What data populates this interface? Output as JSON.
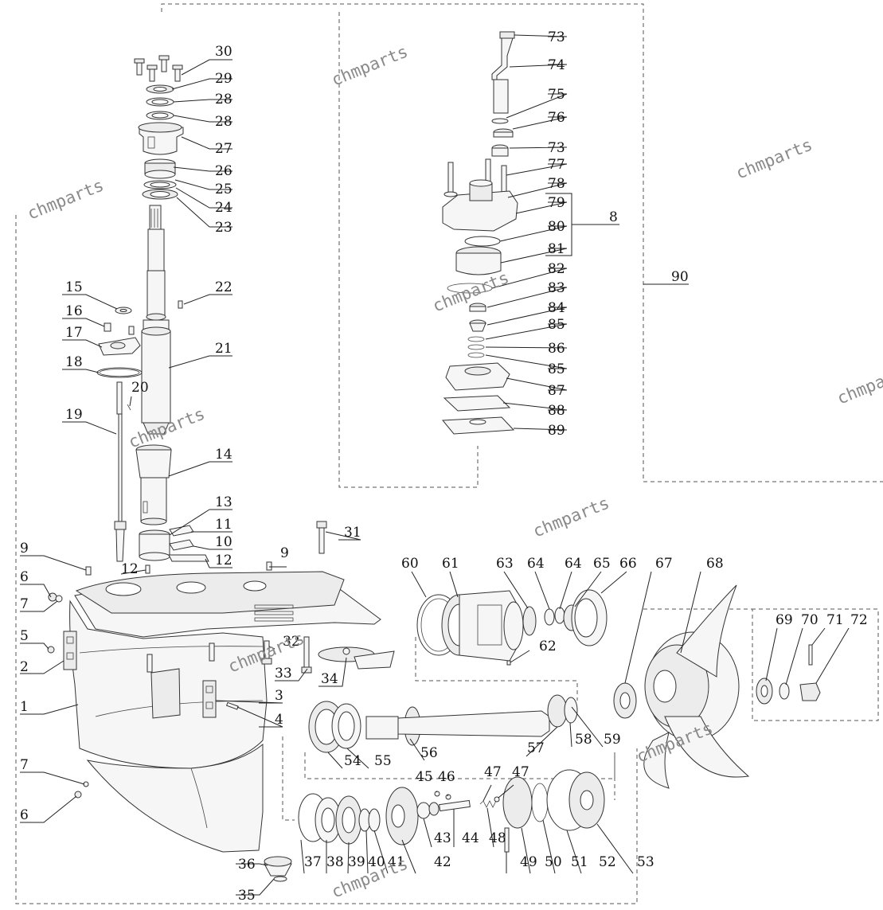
{
  "watermark": "chmparts",
  "callouts": [
    {
      "n": "1"
    },
    {
      "n": "2"
    },
    {
      "n": "3"
    },
    {
      "n": "4"
    },
    {
      "n": "5"
    },
    {
      "n": "6"
    },
    {
      "n": "7"
    },
    {
      "n": "6"
    },
    {
      "n": "7"
    },
    {
      "n": "8"
    },
    {
      "n": "9"
    },
    {
      "n": "9"
    },
    {
      "n": "10"
    },
    {
      "n": "11"
    },
    {
      "n": "12"
    },
    {
      "n": "12"
    },
    {
      "n": "13"
    },
    {
      "n": "14"
    },
    {
      "n": "15"
    },
    {
      "n": "16"
    },
    {
      "n": "17"
    },
    {
      "n": "18"
    },
    {
      "n": "19"
    },
    {
      "n": "20"
    },
    {
      "n": "21"
    },
    {
      "n": "22"
    },
    {
      "n": "23"
    },
    {
      "n": "24"
    },
    {
      "n": "25"
    },
    {
      "n": "26"
    },
    {
      "n": "27"
    },
    {
      "n": "28"
    },
    {
      "n": "28"
    },
    {
      "n": "29"
    },
    {
      "n": "30"
    },
    {
      "n": "31"
    },
    {
      "n": "32"
    },
    {
      "n": "33"
    },
    {
      "n": "34"
    },
    {
      "n": "35"
    },
    {
      "n": "36"
    },
    {
      "n": "37"
    },
    {
      "n": "38"
    },
    {
      "n": "39"
    },
    {
      "n": "40"
    },
    {
      "n": "41"
    },
    {
      "n": "42"
    },
    {
      "n": "43"
    },
    {
      "n": "44"
    },
    {
      "n": "45"
    },
    {
      "n": "46"
    },
    {
      "n": "47"
    },
    {
      "n": "47"
    },
    {
      "n": "48"
    },
    {
      "n": "49"
    },
    {
      "n": "50"
    },
    {
      "n": "51"
    },
    {
      "n": "52"
    },
    {
      "n": "53"
    },
    {
      "n": "54"
    },
    {
      "n": "55"
    },
    {
      "n": "56"
    },
    {
      "n": "57"
    },
    {
      "n": "58"
    },
    {
      "n": "59"
    },
    {
      "n": "60"
    },
    {
      "n": "61"
    },
    {
      "n": "62"
    },
    {
      "n": "63"
    },
    {
      "n": "64"
    },
    {
      "n": "64"
    },
    {
      "n": "65"
    },
    {
      "n": "66"
    },
    {
      "n": "67"
    },
    {
      "n": "68"
    },
    {
      "n": "69"
    },
    {
      "n": "70"
    },
    {
      "n": "71"
    },
    {
      "n": "72"
    },
    {
      "n": "73"
    },
    {
      "n": "73"
    },
    {
      "n": "74"
    },
    {
      "n": "75"
    },
    {
      "n": "76"
    },
    {
      "n": "77"
    },
    {
      "n": "78"
    },
    {
      "n": "79"
    },
    {
      "n": "80"
    },
    {
      "n": "81"
    },
    {
      "n": "82"
    },
    {
      "n": "83"
    },
    {
      "n": "84"
    },
    {
      "n": "85"
    },
    {
      "n": "85"
    },
    {
      "n": "86"
    },
    {
      "n": "87"
    },
    {
      "n": "88"
    },
    {
      "n": "89"
    },
    {
      "n": "90"
    }
  ]
}
